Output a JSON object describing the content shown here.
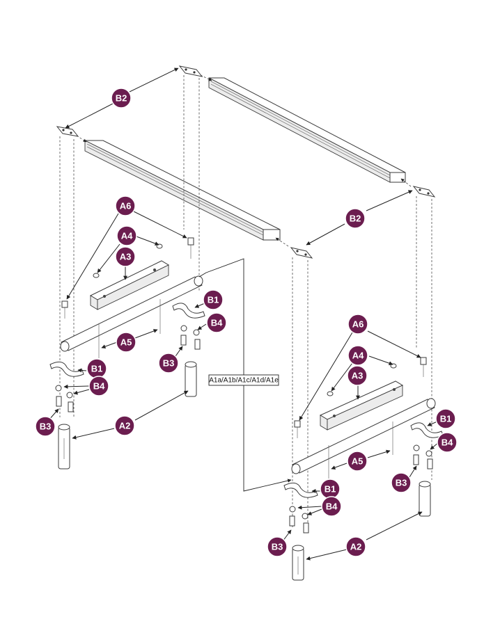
{
  "callouts": {
    "B2": "B2",
    "A6": "A6",
    "A4": "A4",
    "A3": "A3",
    "A5": "A5",
    "B1": "B1",
    "B4": "B4",
    "B3": "B3",
    "A2": "A2"
  },
  "assembly_label": "A1a/A1b/A1c/A1d/A1e",
  "colors": {
    "callout_fill": "#6b1d4f",
    "callout_text": "#ffffff",
    "line_art": "#3a3a3a"
  }
}
